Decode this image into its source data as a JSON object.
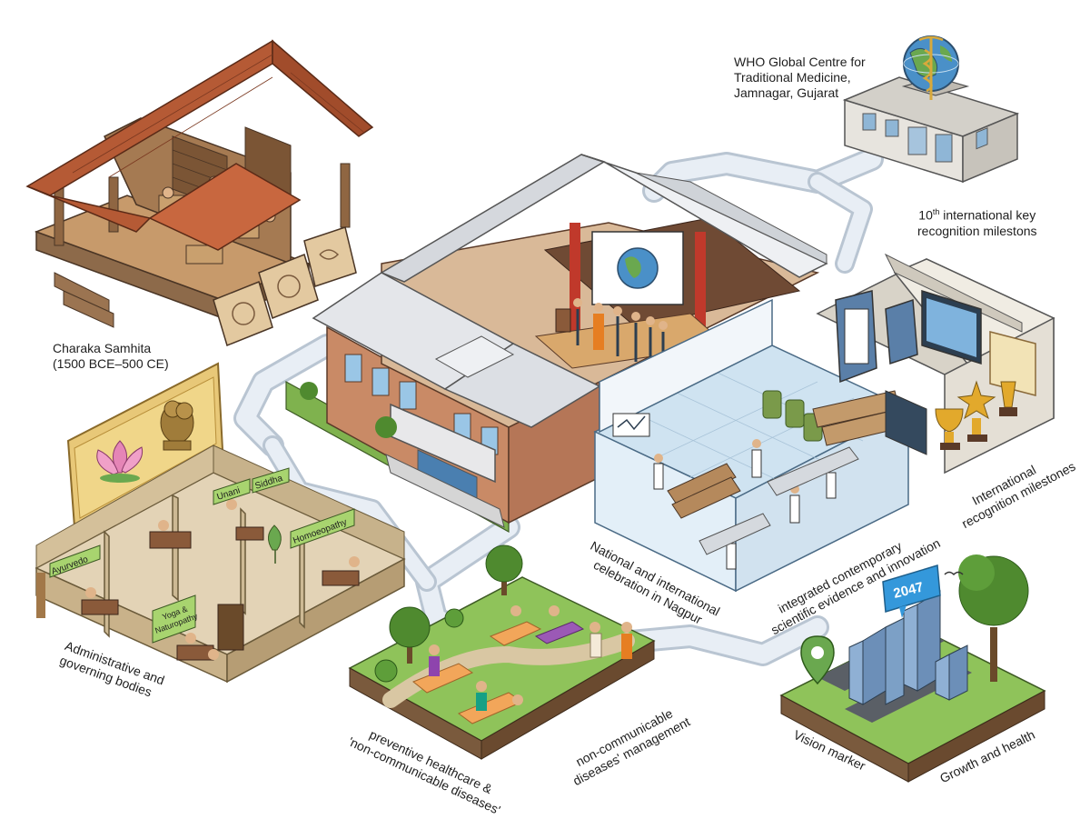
{
  "labels": {
    "who_centre": [
      "WHO Global Centre for",
      "Traditional Medicine,",
      "Jamnagar, Gujarat"
    ],
    "key_milestones_prefix": "10",
    "key_milestones_sup": "th",
    "key_milestones_rest": " international key",
    "key_milestones_line2": "recognition milestons",
    "charaka": [
      "Charaka Samhita",
      "(1500 BCE–500 CE)"
    ],
    "international_milestones": [
      "International",
      "recognition milestones"
    ],
    "integrated": [
      "integrated contemporary",
      "scientific evidence and innovation"
    ],
    "national_celebration": [
      "National and international",
      "celebration in Nagpur"
    ],
    "administrative": [
      "Administrative and",
      "governing bodies"
    ],
    "preventive": [
      "preventive healthcare &",
      "'non-communicable diseases'"
    ],
    "ncd_management": [
      "non-communicable",
      "diseases' management"
    ],
    "vision_marker": "Vision marker",
    "growth_health": "Growth and health"
  },
  "departments": {
    "ayurvedo": "Ayurvedo",
    "unani": "Unani",
    "siddha": "Siddha",
    "homoeopathy": "Homoeopathy",
    "yoga_line1": "Yoga &",
    "yoga_line2": "Naturopathy"
  },
  "vision_sign": "2047",
  "colors": {
    "path": "#dfe6ee",
    "path_edge": "#b9c5d2",
    "grass": "#8fc35a",
    "roof_tile": "#c8673f",
    "hall_roof": "#e4e6ea",
    "brick": "#c98a66",
    "lab_floor": "#cfe3f1",
    "temple_wood": "#b28358",
    "screen_blue": "#4a90c8"
  },
  "icons": [
    "globe-icon",
    "caduceus-icon",
    "lotus-icon",
    "lion-capital-icon",
    "trophy-icon",
    "leaf-icon",
    "location-pin-icon",
    "bird-icon"
  ]
}
